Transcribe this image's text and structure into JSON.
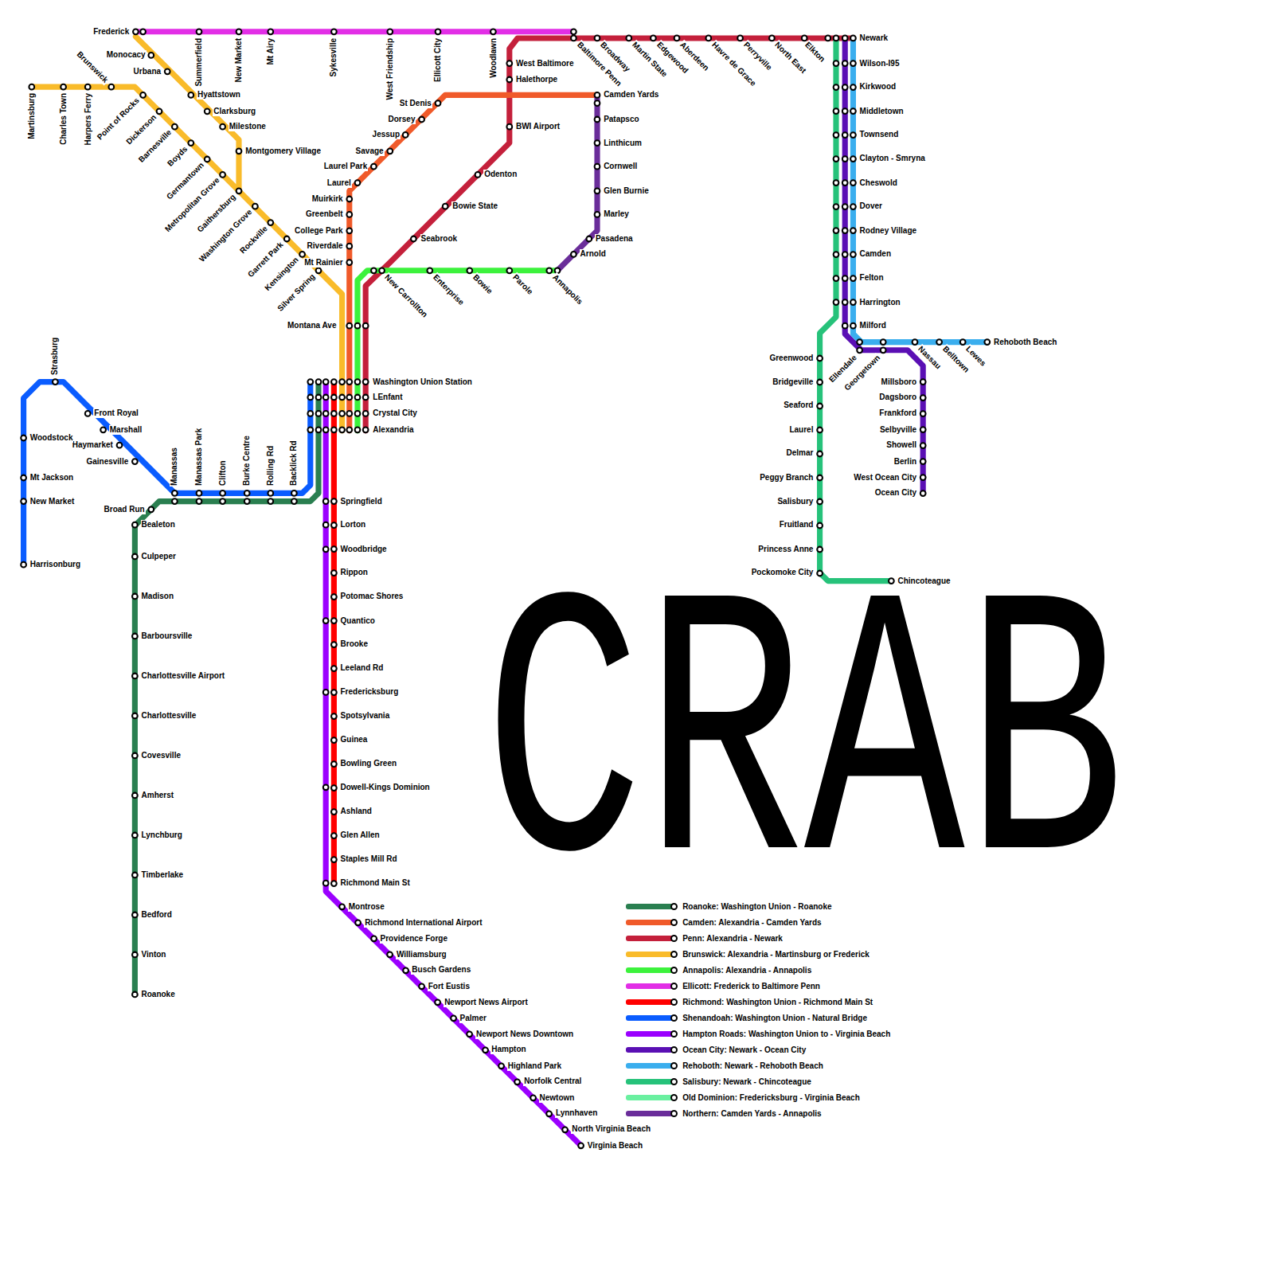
{
  "diagram": {
    "title": "CRAB",
    "labels": [
      "Frederick",
      "Summerfield",
      "New Market",
      "Mt Airy",
      "Sykesville",
      "West Friendship",
      "Ellicott City",
      "Woodlawn",
      "Baltimore Penn",
      "Broadway",
      "Martin State",
      "Edgewood",
      "Aberdeen",
      "Havre de Grace",
      "Perryville",
      "North East",
      "Elkton",
      "Newark",
      "Wilson-I95",
      "Kirkwood",
      "Middletown",
      "Townsend",
      "Clayton - Smryna",
      "Cheswold",
      "Dover",
      "Rodney Village",
      "Camden",
      "Felton",
      "Harrington",
      "Milford",
      "Ellendale",
      "Georgetown",
      "Nassau",
      "Belltown",
      "Lewes",
      "Rehoboth Beach",
      "Greenwood",
      "Bridgeville",
      "Seaford",
      "Laurel",
      "Delmar",
      "Peggy Branch",
      "Salisbury",
      "Fruitland",
      "Princess Anne",
      "Pockomoke City",
      "Chincoteague",
      "Millsboro",
      "Dagsboro",
      "Frankford",
      "Selbyville",
      "Showell",
      "Berlin",
      "West Ocean City",
      "Ocean City",
      "West Baltimore",
      "Halethorpe",
      "Camden Yards",
      "BWI Airport",
      "Patapsco",
      "Linthicum",
      "Cornwell",
      "Glen Burnie",
      "Odenton",
      "Bowie State",
      "Marley",
      "Pasadena",
      "Seabrook",
      "Arnold",
      "St Denis",
      "Dorsey",
      "Jessup",
      "Savage",
      "Laurel Park",
      "Laurel",
      "Muirkirk",
      "Greenbelt",
      "College Park",
      "Riverdale",
      "Mt Rainier",
      "Montana Ave",
      "New Carrollton",
      "Enterprise",
      "Bowie",
      "Parole",
      "Annapolis",
      "Martinsburg",
      "Charles Town",
      "Harpers Ferry",
      "Brunswick",
      "Point of Rocks",
      "Dickerson",
      "Barnesville",
      "Boyds",
      "Germantown",
      "Metropolitan Grove",
      "Gaithersburg",
      "Washington Grove",
      "Rockville",
      "Garrett Park",
      "Kensington",
      "Silver Spring",
      "Monocacy",
      "Urbana",
      "Hyattstown",
      "Clarksburg",
      "Milestone",
      "Montgomery Village",
      "Washington Union Station",
      "LEnfant",
      "Crystal City",
      "Alexandria",
      "Strasburg",
      "Front Royal",
      "Marshall",
      "Haymarket",
      "Gainesville",
      "Woodstock",
      "Mt Jackson",
      "New Market",
      "Harrisonburg",
      "Manassas",
      "Manassas Park",
      "Clifton",
      "Burke Centre",
      "Rolling Rd",
      "Backlick Rd",
      "Broad Run",
      "Bealeton",
      "Culpeper",
      "Madison",
      "Barboursville",
      "Charlottesville Airport",
      "Charlottesville",
      "Covesville",
      "Amherst",
      "Lynchburg",
      "Timberlake",
      "Bedford",
      "Vinton",
      "Roanoke",
      "Springfield",
      "Lorton",
      "Woodbridge",
      "Rippon",
      "Potomac Shores",
      "Quantico",
      "Brooke",
      "Leeland Rd",
      "Fredericksburg",
      "Spotsylvania",
      "Guinea",
      "Bowling Green",
      "Dowell-Kings Dominion",
      "Ashland",
      "Glen Allen",
      "Staples Mill Rd",
      "Richmond Main St",
      "Montrose",
      "Richmond International Airport",
      "Providence Forge",
      "Williamsburg",
      "Busch Gardens",
      "Fort Eustis",
      "Newport News Airport",
      "Palmer",
      "Newport News Downtown",
      "Hampton",
      "Highland Park",
      "Norfolk Central",
      "Newtown",
      "Lynnhaven",
      "North Virginia Beach",
      "Virginia Beach"
    ],
    "legend": [
      {
        "text": "Roanoke: Washington Union - Roanoke",
        "color": "#2a7f50"
      },
      {
        "text": "Camden: Alexandria - Camden Yards",
        "color": "#f05a2a"
      },
      {
        "text": "Penn: Alexandria - Newark",
        "color": "#c4203b"
      },
      {
        "text": "Brunswick: Alexandria - Martinsburg or Frederick",
        "color": "#f9bb2a"
      },
      {
        "text": "Annapolis: Alexandria - Annapolis",
        "color": "#3cf23c"
      },
      {
        "text": "Ellicott: Frederick to Baltimore Penn",
        "color": "#e22ee6"
      },
      {
        "text": "Richmond: Washington Union - Richmond Main St",
        "color": "#ff0000"
      },
      {
        "text": "Shenandoah: Washington Union - Natural Bridge",
        "color": "#0a5cff"
      },
      {
        "text": "Hampton Roads: Washington Union to - Virginia Beach",
        "color": "#9b00ff"
      },
      {
        "text": "Ocean City: Newark - Ocean City",
        "color": "#5a0fb4"
      },
      {
        "text": "Rehoboth: Newark - Rehoboth Beach",
        "color": "#3aaeee"
      },
      {
        "text": "Salisbury: Newark - Chincoteague",
        "color": "#26c27a"
      },
      {
        "text": "Old Dominion: Fredericksburg - Virginia Beach",
        "color": "#6af0a0"
      },
      {
        "text": "Northern: Camden Yards - Annapolis",
        "color": "#6a2d9a"
      }
    ]
  }
}
